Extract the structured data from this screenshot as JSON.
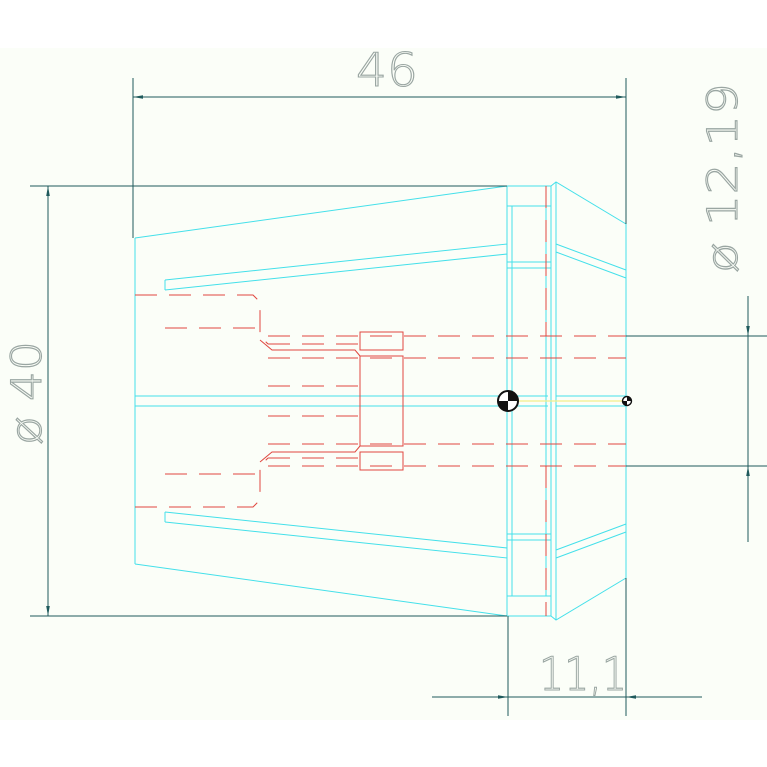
{
  "colors": {
    "sheet": "#fbfef8",
    "outline": "#44e0ea",
    "hidden": "#e0473f",
    "dimension": "#1f5a5c",
    "dimension_text": "#9aa6a2",
    "axis": "#f4ef8a",
    "symbol": "#111111"
  },
  "dimensions": {
    "length": "46",
    "diameter_outer": "ø 40",
    "diameter_bore": "ø 12,19",
    "nose_length": "11,1"
  }
}
